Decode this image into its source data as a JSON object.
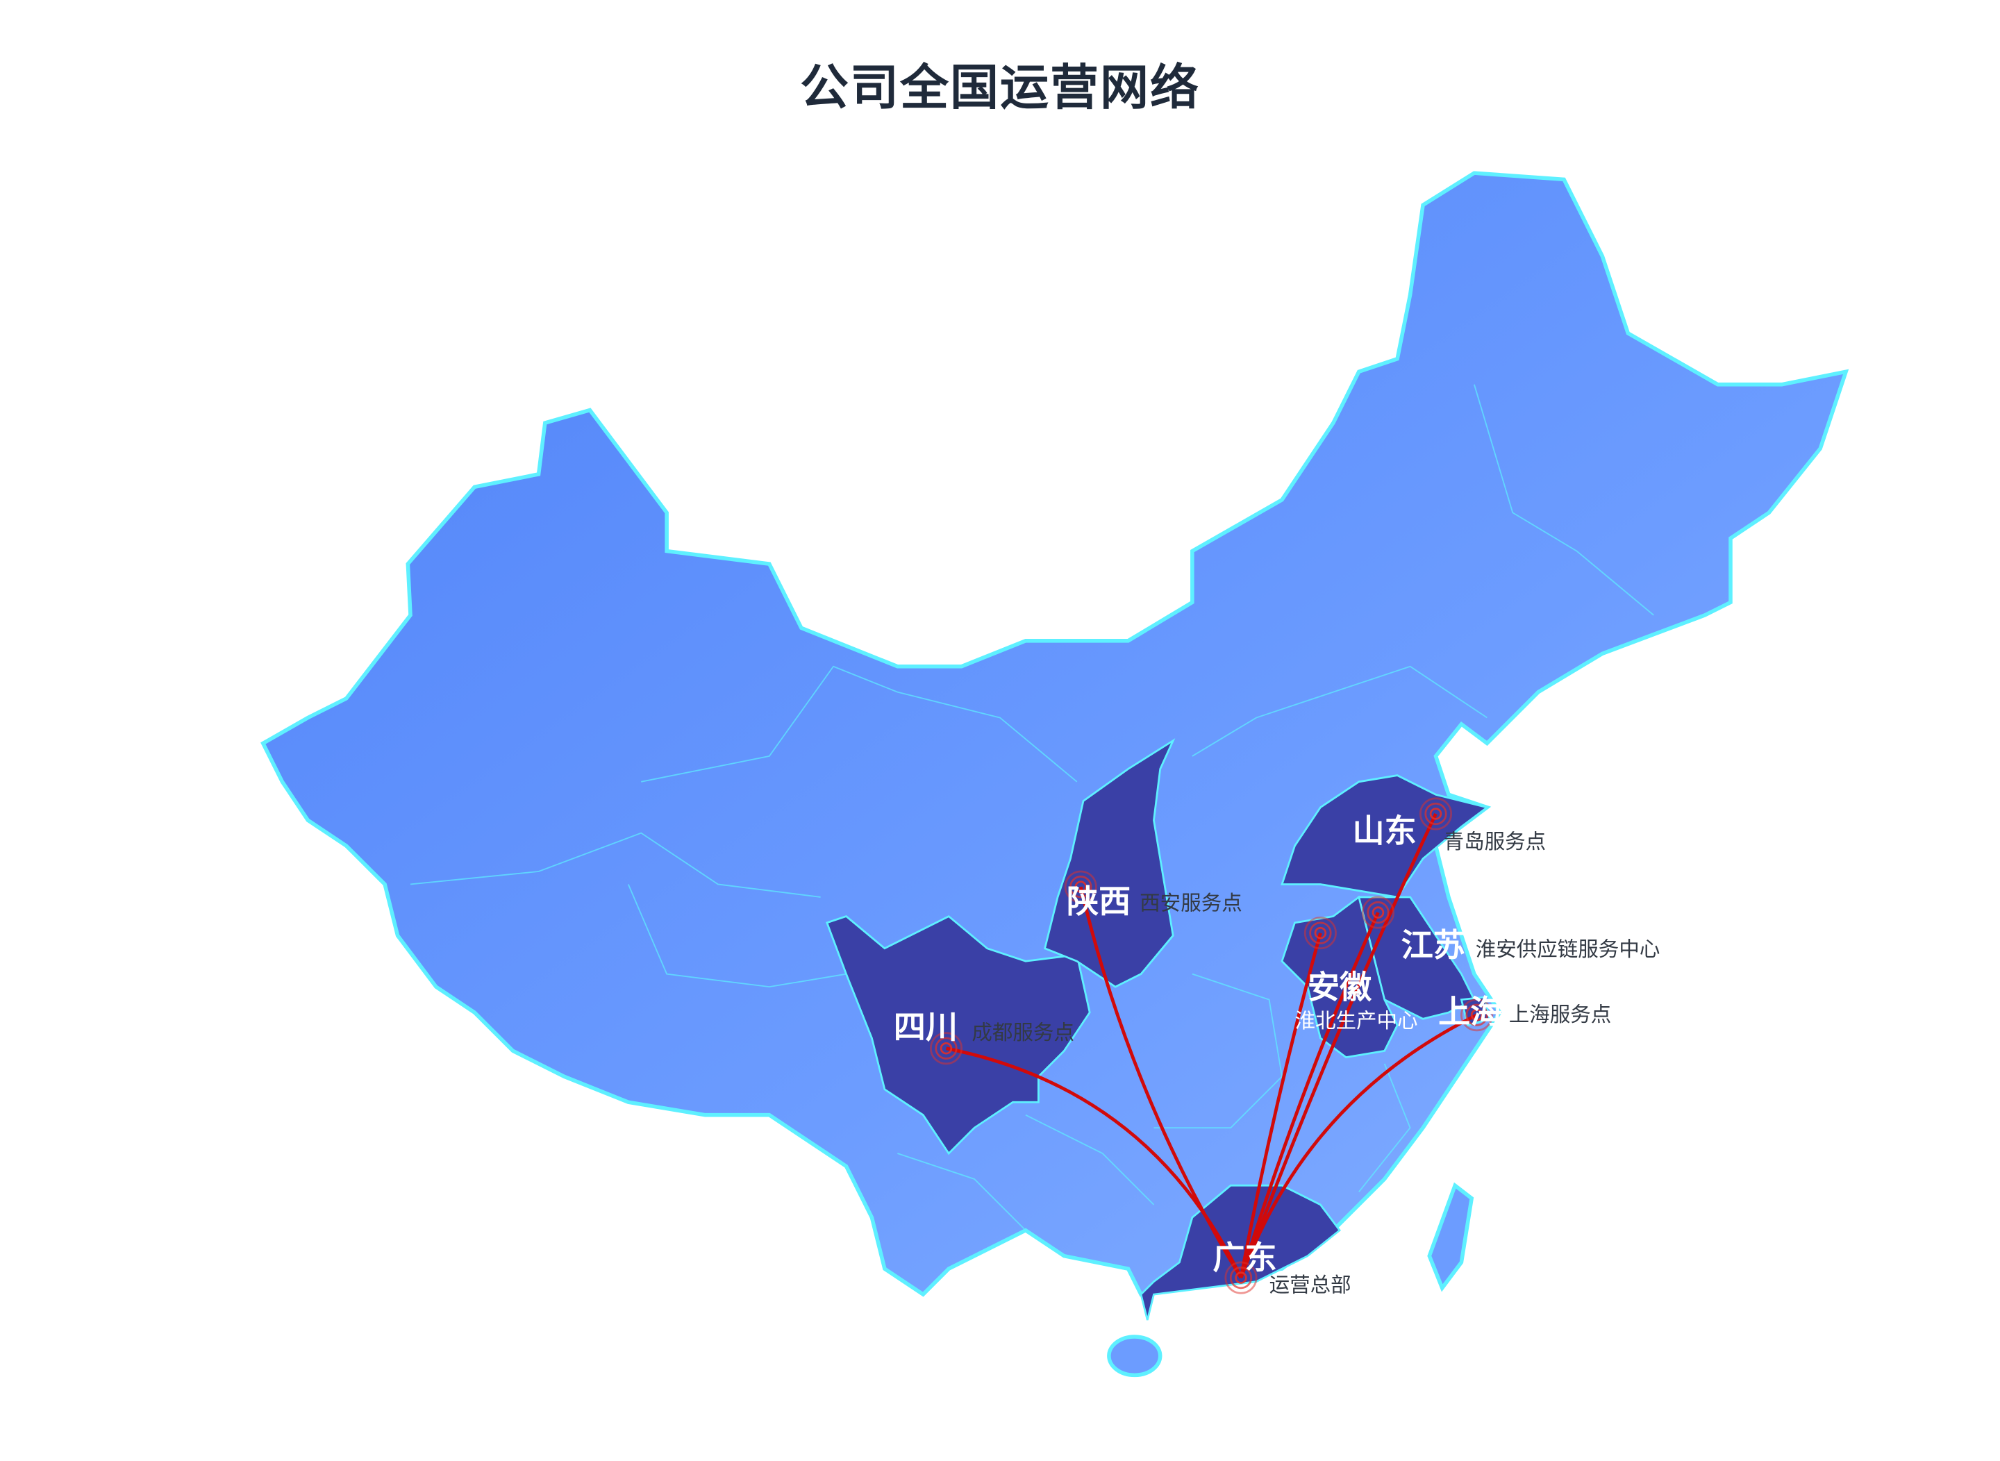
{
  "title": "公司全国运营网络",
  "colors": {
    "land": "#5b8cfb",
    "land_light": "#7eaaff",
    "border": "#5ef0ff",
    "highlight": "#3a40a6",
    "route": "#d10a0a",
    "marker": "#e0302a"
  },
  "highlighted_provinces": [
    {
      "id": "sichuan",
      "label": "四川"
    },
    {
      "id": "shaanxi",
      "label": "陕西"
    },
    {
      "id": "shandong",
      "label": "山东"
    },
    {
      "id": "jiangsu",
      "label": "江苏"
    },
    {
      "id": "anhui",
      "label": "安徽"
    },
    {
      "id": "shanghai",
      "label": "上海"
    },
    {
      "id": "guangdong",
      "label": "广东"
    }
  ],
  "headquarters": {
    "id": "hq",
    "name": "运营总部"
  },
  "points": [
    {
      "id": "chengdu",
      "name": "成都服务点"
    },
    {
      "id": "xian",
      "name": "西安服务点"
    },
    {
      "id": "qingdao",
      "name": "青岛服务点"
    },
    {
      "id": "huaian",
      "name": "淮安供应链服务中心"
    },
    {
      "id": "huaibei",
      "name": "淮北生产中心"
    },
    {
      "id": "shanghai",
      "name": "上海服务点"
    }
  ]
}
